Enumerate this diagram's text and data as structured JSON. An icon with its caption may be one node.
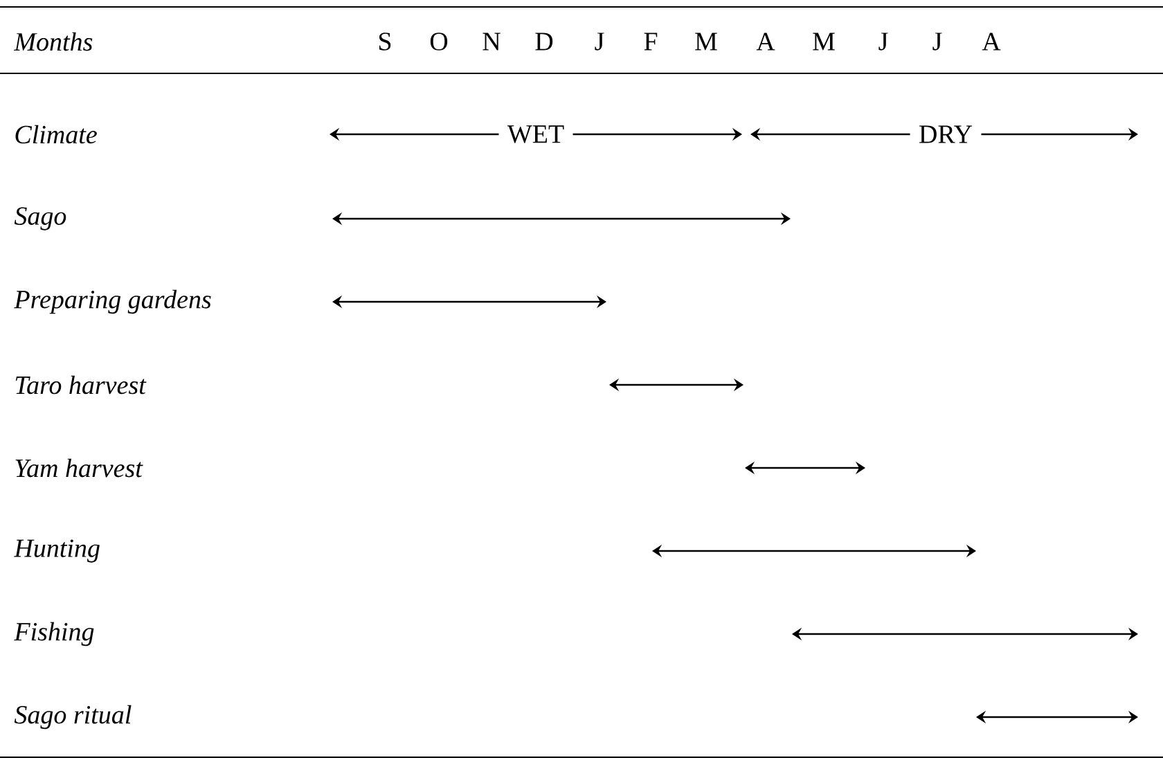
{
  "diagram": {
    "nodes": [
      {
        "text": [
          "WET"
        ]
      },
      {
        "text": [
          "DRY"
        ]
      }
    ],
    "edges": [
      {
        "from": 0,
        "to": null,
        "arrow": "to"
      },
      {
        "from": 0,
        "to": null,
        "arrow": "to"
      },
      {
        "from": 1,
        "to": null,
        "arrow": "to"
      },
      {
        "from": 1,
        "to": null,
        "arrow": "to"
      }
    ],
    "labels": [
      "Months",
      "S",
      "O",
      "N",
      "D",
      "J",
      "F",
      "M",
      "A",
      "M",
      "J",
      "J",
      "A",
      "Climate",
      "Sago",
      "Preparing gardens",
      "Taro harvest",
      "Yam harvest",
      "Hunting",
      "Fishing",
      "Sago ritual"
    ]
  }
}
